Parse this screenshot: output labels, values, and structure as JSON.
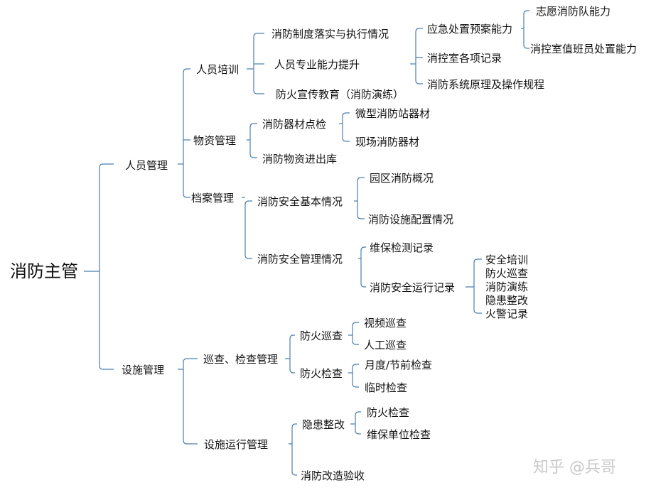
{
  "colors": {
    "line": "#4a7fb0",
    "text": "#111111",
    "watermark": "#c8c8c8"
  },
  "root": "消防主管",
  "l1": {
    "personnel": "人员管理",
    "facilities": "设施管理"
  },
  "personnel": {
    "training": {
      "label": "人员培训",
      "system": "消防制度落实与执行情况",
      "skill": {
        "label": "人员专业能力提升",
        "emergency": {
          "label": "应急处置预案能力",
          "volunteer": "志愿消防队能力",
          "duty": "消控室值班员处置能力"
        },
        "control_room": "消控室各项记录",
        "principle": "消防系统原理及操作规程"
      },
      "publicity": "防火宣传教育（消防演练）"
    },
    "materials": {
      "label": "物资管理",
      "inspect": {
        "label": "消防器材点检",
        "micro": "微型消防站器材",
        "site": "现场消防器材"
      },
      "inout": "消防物资进出库"
    },
    "archives": {
      "label": "档案管理",
      "basic": {
        "label": "消防安全基本情况",
        "park": "园区消防概况",
        "config": "消防设施配置情况"
      },
      "management": {
        "label": "消防安全管理情况",
        "maintenance": "维保检测记录",
        "operation": {
          "label": "消防安全运行记录",
          "items": [
            "安全培训",
            "防火巡查",
            "消防演练",
            "隐患整改",
            "火警记录"
          ]
        }
      }
    }
  },
  "facilities": {
    "patrol": {
      "label": "巡查、检查管理",
      "fire_patrol": {
        "label": "防火巡查",
        "video": "视频巡查",
        "manual": "人工巡查"
      },
      "fire_check": {
        "label": "防火检查",
        "monthly": "月度/节前检查",
        "temp": "临时检查"
      }
    },
    "operation": {
      "label": "设施运行管理",
      "hazard": {
        "label": "隐患整改",
        "fire_check": "防火检查",
        "unit_check": "维保单位检查"
      },
      "renovation": "消防改造验收"
    }
  },
  "watermark": "知乎 @兵哥"
}
